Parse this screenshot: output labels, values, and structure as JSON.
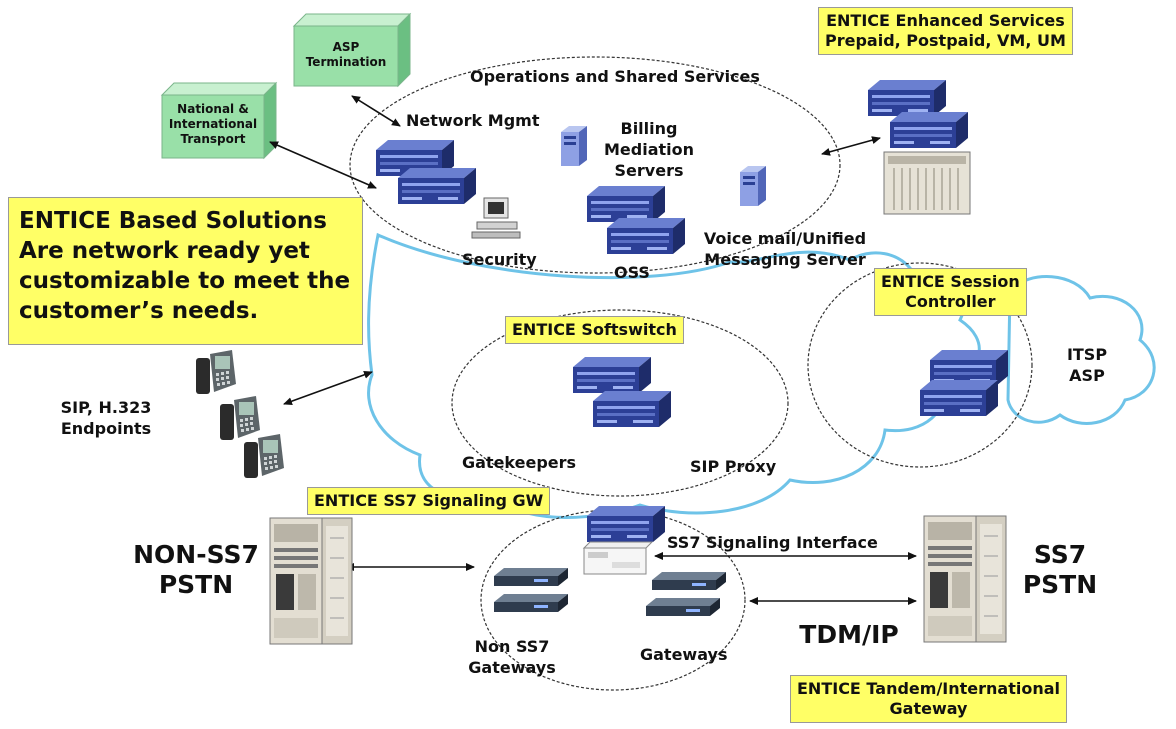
{
  "boxes": {
    "asp_termination": [
      "ASP",
      "Termination"
    ],
    "national_transport": [
      "National &",
      "International",
      "Transport"
    ],
    "enhanced_services": [
      "ENTICE Enhanced Services",
      "Prepaid, Postpaid, VM, UM"
    ],
    "session_controller": [
      "ENTICE Session",
      "Controller"
    ],
    "softswitch": "ENTICE Softswitch",
    "ss7_signaling_gw": "ENTICE SS7 Signaling GW",
    "tandem_gateway": [
      "ENTICE Tandem/International",
      "Gateway"
    ]
  },
  "main_statement": [
    "ENTICE Based Solutions",
    "Are network ready yet",
    "customizable to meet the",
    "customer’s needs."
  ],
  "labels": {
    "ops_shared": "Operations and Shared Services",
    "network_mgmt": "Network Mgmt",
    "billing": [
      "Billing",
      "Mediation",
      "Servers"
    ],
    "voicemail": [
      "Voice mail/Unified",
      "Messaging Server"
    ],
    "security": "Security",
    "oss": "OSS",
    "itsp_asp": [
      "ITSP",
      "ASP"
    ],
    "endpoints": [
      "SIP, H.323",
      "Endpoints"
    ],
    "gatekeepers": "Gatekeepers",
    "sip_proxy": "SIP Proxy",
    "non_ss7_pstn": [
      "NON-SS7",
      "PSTN"
    ],
    "ss7_pstn": [
      "SS7",
      "PSTN"
    ],
    "ss7_signaling_interface": "SS7 Signaling Interface",
    "tdm_ip": "TDM/IP",
    "non_ss7_gateways": [
      "Non SS7",
      "Gateways"
    ],
    "gateways": "Gateways"
  },
  "colors": {
    "yellow_box": "#ffff66",
    "green_box": "#99e0a8",
    "cloud_outline": "#6ec3e8",
    "server_blue": "#2a3f93"
  },
  "icons": [
    "server-icon",
    "tower-server-icon",
    "workstation-icon",
    "ip-phone-icon",
    "rack-icon",
    "gateway-icon",
    "switch-chassis-icon"
  ]
}
